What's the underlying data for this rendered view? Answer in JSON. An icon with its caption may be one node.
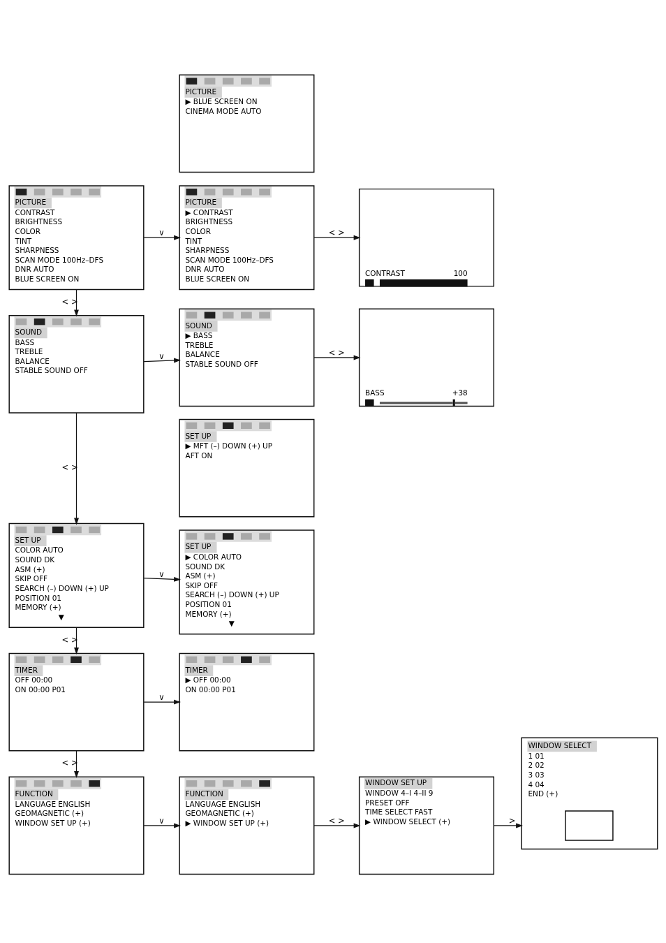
{
  "diagram": {
    "nodes": [
      {
        "text": [
          "PICTURE",
          "CONTRAST",
          "BRIGHTNESS",
          "COLOR",
          "TINT",
          "SHARPNESS",
          "SCAN MODE 100Hz–DFS",
          "DNR AUTO",
          "BLUE SCREEN ON"
        ]
      },
      {
        "text": [
          "PICTURE",
          "▶ BLUE SCREEN ON",
          "CINEMA MODE AUTO"
        ]
      },
      {
        "text": [
          "PICTURE",
          "▶ CONTRAST",
          "BRIGHTNESS",
          "COLOR",
          "TINT",
          "SHARPNESS",
          "SCAN MODE 100Hz–DFS",
          "DNR AUTO",
          "BLUE SCREEN ON"
        ]
      },
      {
        "text": [
          "CONTRAST",
          "100"
        ]
      },
      {
        "text": [
          "SOUND",
          "BASS",
          "TREBLE",
          "BALANCE",
          "STABLE SOUND OFF"
        ]
      },
      {
        "text": [
          "SOUND",
          "▶ BASS",
          "TREBLE",
          "BALANCE",
          "STABLE SOUND OFF"
        ]
      },
      {
        "text": [
          "BASS",
          "+38"
        ]
      },
      {
        "text": [
          "SET UP",
          "COLOR AUTO",
          "SOUND DK",
          "ASM (+)",
          "SKIP OFF",
          "SEARCH (–) DOWN (+) UP",
          "POSITION 01",
          "MEMORY (+)",
          "▼"
        ]
      },
      {
        "text": [
          "SET UP",
          "▶ MFT (–) DOWN (+) UP",
          "AFT ON"
        ]
      },
      {
        "text": [
          "SET UP",
          "▶ COLOR AUTO",
          "SOUND DK",
          "ASM (+)",
          "SKIP OFF",
          "SEARCH (–) DOWN (+) UP",
          "POSITION 01",
          "MEMORY (+)",
          "▼"
        ]
      },
      {
        "text": [
          "TIMER",
          "OFF 00:00",
          "ON 00:00 P01"
        ]
      },
      {
        "text": [
          "TIMER",
          "▶ OFF 00:00",
          "ON 00:00 P01"
        ]
      },
      {
        "text": [
          "FUNCTION",
          "LANGUAGE ENGLISH",
          "GEOMAGNETIC (+)",
          "WINDOW SET UP (+)"
        ]
      },
      {
        "text": [
          "FUNCTION",
          "LANGUAGE ENGLISH",
          "GEOMAGNETIC (+)",
          "▶ WINDOW SET UP (+)"
        ]
      },
      {
        "text": [
          "WINDOW SET UP",
          "WINDOW 4–I 4–II 9",
          "PRESET OFF",
          "TIME SELECT FAST",
          "▶ WINDOW SELECT (+)"
        ]
      },
      {
        "text": [
          "WINDOW SELECT",
          "1 01",
          "2 02",
          "3 03",
          "4 04",
          "END (+)"
        ]
      },
      {
        "text": [],
        "shape": "box",
        "in": 15
      }
    ],
    "edges": [
      {
        "from": 0,
        "to": 2,
        "arrow": "to",
        "label": "∨"
      },
      {
        "from": 2,
        "to": 3,
        "arrow": "to",
        "label": "< >"
      },
      {
        "from": 0,
        "to": 4,
        "arrow": "to",
        "label": "< >"
      },
      {
        "from": 4,
        "to": 5,
        "arrow": "to",
        "label": "∨"
      },
      {
        "from": 5,
        "to": 6,
        "arrow": "to",
        "label": "< >"
      },
      {
        "from": 4,
        "to": 7,
        "arrow": "to",
        "label": "< >"
      },
      {
        "from": 7,
        "to": 9,
        "arrow": "to",
        "label": "∨"
      },
      {
        "from": 7,
        "to": 10,
        "arrow": "to",
        "label": "< >"
      },
      {
        "from": 10,
        "to": 11,
        "arrow": "to",
        "label": "∨"
      },
      {
        "from": 10,
        "to": 12,
        "arrow": "to",
        "label": "< >"
      },
      {
        "from": 12,
        "to": 13,
        "arrow": "to",
        "label": "∨"
      },
      {
        "from": 13,
        "to": 14,
        "arrow": "to",
        "label": "< >"
      },
      {
        "from": 14,
        "to": 15,
        "arrow": "to",
        "label": ">"
      }
    ]
  }
}
